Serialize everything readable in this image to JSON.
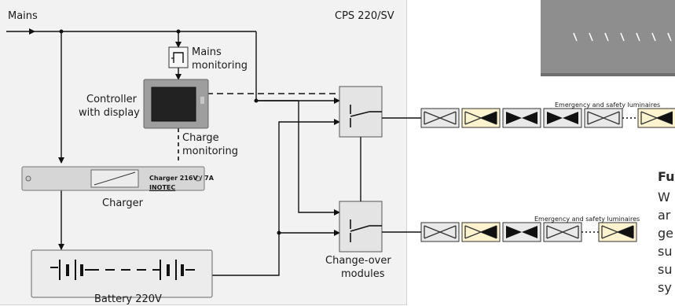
{
  "labels": {
    "mains": "Mains",
    "system_model": "CPS 220/SV",
    "mains_monitoring": [
      "Mains",
      "monitoring"
    ],
    "controller": [
      "Controller",
      "with display"
    ],
    "charge_monitoring": [
      "Charge",
      "monitoring"
    ],
    "charger": "Charger",
    "charger_model": "Charger 216V / 7A",
    "charger_brand": "INOTEC",
    "battery": "Battery 220V",
    "changeover": [
      "Change-over",
      "modules"
    ],
    "luminaires_top": "Emergency and safety luminaires",
    "luminaires_bottom": "Emergency and safety luminaires"
  },
  "side_text": {
    "heading_fragment": "Fu",
    "line_fragments": [
      "W",
      "ar",
      "ge",
      "su",
      "su",
      "sy"
    ]
  },
  "colors": {
    "panel_bg": "#f2f2f2",
    "module_fill": "#e4e4e4",
    "luminaire_yellow": "#fdf3cf",
    "device_grey": "#8f8f8f"
  }
}
